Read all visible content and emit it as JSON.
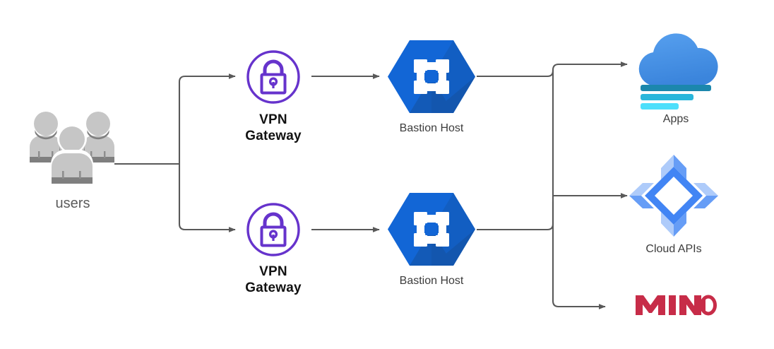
{
  "diagram": {
    "title": "VPN Gateway / Bastion Host network architecture",
    "background": "#ffffff",
    "wire_color": "#595959",
    "nodes": {
      "users": {
        "label": "users",
        "icon": "users-group-icon",
        "color": "#c6c6c6",
        "shade": "#7f7f7f"
      },
      "vpn_top": {
        "label": "VPN\nGateway",
        "icon": "padlock-circle-icon",
        "color": "#6633cc"
      },
      "vpn_bottom": {
        "label": "VPN\nGateway",
        "icon": "padlock-circle-icon",
        "color": "#6633cc"
      },
      "bastion_top": {
        "label": "Bastion Host",
        "icon": "compute-engine-hexagon-icon",
        "color": "#1266d6",
        "shade": "#14519f"
      },
      "bastion_bottom": {
        "label": "Bastion Host",
        "icon": "compute-engine-hexagon-icon",
        "color": "#1266d6",
        "shade": "#14519f"
      },
      "apps": {
        "label": "Apps",
        "icon": "cloud-apps-icon",
        "color": "#4591e8",
        "bar_colors": [
          "#1b87ad",
          "#29b6db",
          "#4ddffb"
        ]
      },
      "cloud_apis": {
        "label": "Cloud APIs",
        "icon": "cloud-apis-diamond-icon",
        "color": "#4285f4",
        "light": "#aecbfa",
        "mid": "#669df6"
      },
      "minio": {
        "label": "MINIO",
        "icon": "minio-logo-icon",
        "color": "#c72c48"
      }
    },
    "connections": [
      {
        "name": "users-to-vpn-top",
        "from": "users",
        "to": "vpn_top"
      },
      {
        "name": "users-to-vpn-bottom",
        "from": "users",
        "to": "vpn_bottom"
      },
      {
        "name": "vpn-top-to-bastion-top",
        "from": "vpn_top",
        "to": "bastion_top"
      },
      {
        "name": "vpn-bottom-to-bastion-bottom",
        "from": "vpn_bottom",
        "to": "bastion_bottom"
      },
      {
        "name": "bastion-top-to-bus",
        "from": "bastion_top",
        "to": "bus"
      },
      {
        "name": "bastion-bottom-to-bus",
        "from": "bastion_bottom",
        "to": "bus"
      },
      {
        "name": "bus-to-apps",
        "from": "bus",
        "to": "apps"
      },
      {
        "name": "bus-to-cloud-apis",
        "from": "bus",
        "to": "cloud_apis"
      },
      {
        "name": "bus-to-minio",
        "from": "bus",
        "to": "minio"
      }
    ]
  }
}
